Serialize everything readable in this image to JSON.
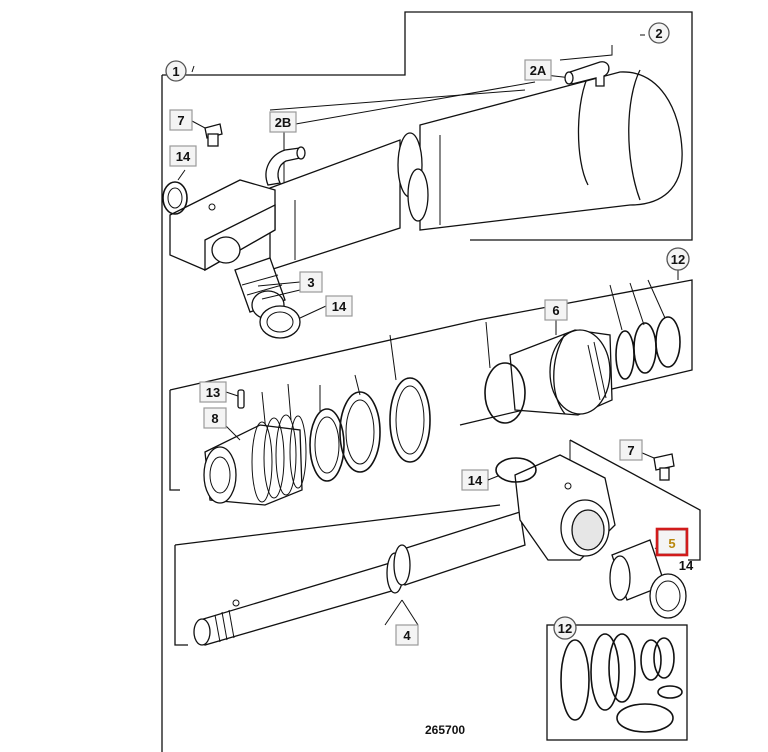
{
  "labels": {
    "l1": "1",
    "l2": "2",
    "l2a": "2A",
    "l2b": "2B",
    "l3": "3",
    "l4": "4",
    "l5": "5",
    "l6": "6",
    "l7a": "7",
    "l7b": "7",
    "l8": "8",
    "l12a": "12",
    "l12b": "12",
    "l13": "13",
    "l14a": "14",
    "l14b": "14",
    "l14c": "14",
    "l14d": "14"
  },
  "reference_number": "265700",
  "colors": {
    "highlight": "#d11b1b",
    "label_fill": "#f4f4f4",
    "stroke": "#111111"
  }
}
